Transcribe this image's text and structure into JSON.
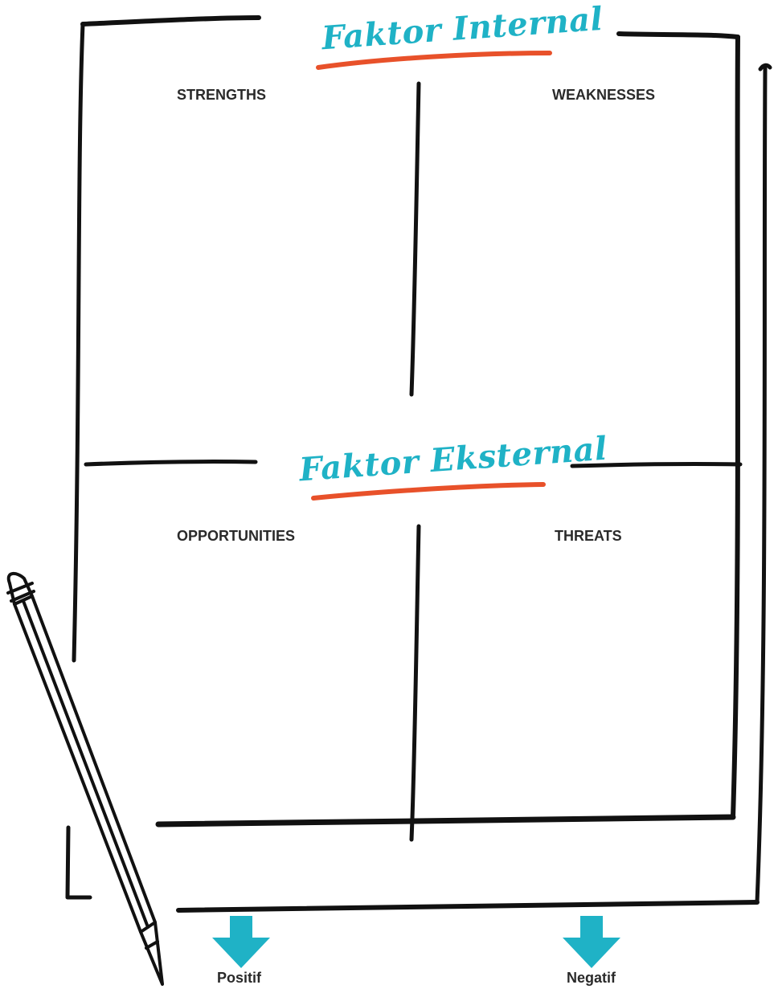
{
  "headings": {
    "internal": "Faktor Internal",
    "external": "Faktor Eksternal"
  },
  "quadrants": {
    "strengths": "STRENGTHS",
    "weaknesses": "WEAKNESSES",
    "opportunities": "OPPORTUNITIES",
    "threats": "THREATS"
  },
  "axis": {
    "positive": "Positif",
    "negative": "Negatif"
  },
  "colors": {
    "heading": "#1fb2c6",
    "underline": "#e8512a",
    "arrow": "#1fb2c6",
    "ink": "#111111"
  },
  "icons": {
    "pencil": "pencil-icon",
    "arrow": "arrow-down-icon"
  }
}
